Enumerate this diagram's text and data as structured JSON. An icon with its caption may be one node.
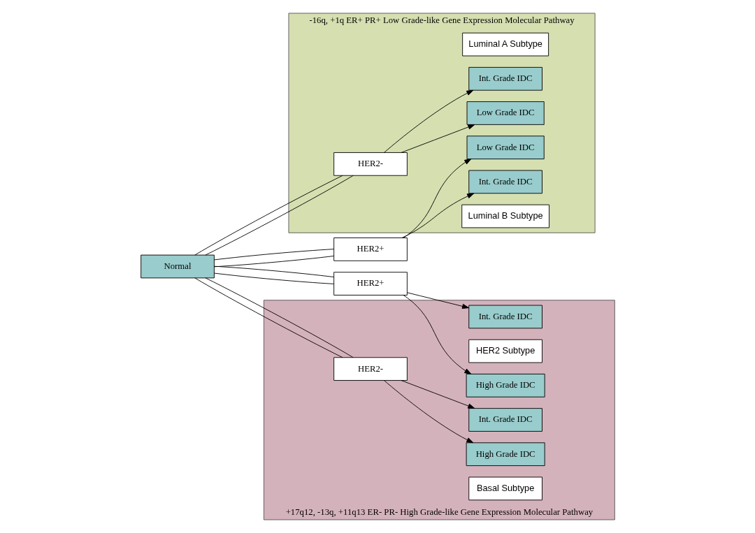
{
  "diagram": {
    "nodes": [
      {
        "text": [
          "-16q, +1q ER+ PR+ Low Grade-like Gene Expression Molecular Pathway"
        ]
      },
      {
        "text": [
          "Low Grade IDC"
        ],
        "in": 0
      },
      {
        "text": [
          "Int. Grade IDC"
        ],
        "in": 0
      },
      {
        "text": [
          "Luminal A Subtype"
        ],
        "in": 0
      },
      {
        "text": [
          "HER2-"
        ],
        "in": 0
      },
      {
        "text": [
          "Low Grade IDC"
        ],
        "in": 0
      },
      {
        "text": [
          "Int. Grade IDC"
        ],
        "in": 0
      },
      {
        "text": [
          "Luminal B Subtype"
        ],
        "in": 0
      },
      {
        "text": [
          "HER2+"
        ]
      },
      {
        "text": [
          "Normal"
        ]
      },
      {
        "text": [
          "HER2+"
        ]
      },
      {
        "text": [
          "+17q12, -13q, +11q13 ER- PR- High Grade-like Gene Expression Molecular Pathway"
        ]
      },
      {
        "text": [
          "Int. Grade IDC"
        ],
        "in": 11
      },
      {
        "text": [
          "HER2 Subtype"
        ],
        "in": 11
      },
      {
        "text": [
          "HER2-"
        ],
        "in": 11
      },
      {
        "text": [
          "High Grade IDC"
        ],
        "in": 11
      },
      {
        "text": [
          "Int. Grade IDC"
        ],
        "in": 11
      },
      {
        "text": [
          "Basal Subtype"
        ],
        "in": 11
      },
      {
        "text": [
          "High Grade IDC"
        ],
        "in": 11
      }
    ],
    "edges": [
      {
        "from": 9,
        "to": 4,
        "arrow": "none"
      },
      {
        "from": 9,
        "to": 4,
        "arrow": "none"
      },
      {
        "from": 4,
        "to": 1,
        "arrow": "to"
      },
      {
        "from": 4,
        "to": 2,
        "arrow": "to"
      },
      {
        "from": 9,
        "to": 8,
        "arrow": "none"
      },
      {
        "from": 9,
        "to": 8,
        "arrow": "none"
      },
      {
        "from": 8,
        "to": 5,
        "arrow": "to"
      },
      {
        "from": 8,
        "to": 6,
        "arrow": "to"
      },
      {
        "from": 9,
        "to": 10,
        "arrow": "none"
      },
      {
        "from": 9,
        "to": 10,
        "arrow": "none"
      },
      {
        "from": 10,
        "to": 12,
        "arrow": "to"
      },
      {
        "from": 10,
        "to": 15,
        "arrow": "to"
      },
      {
        "from": 9,
        "to": 14,
        "arrow": "none"
      },
      {
        "from": 9,
        "to": 14,
        "arrow": "none"
      },
      {
        "from": 14,
        "to": 16,
        "arrow": "to"
      },
      {
        "from": 14,
        "to": 18,
        "arrow": "to"
      }
    ]
  }
}
